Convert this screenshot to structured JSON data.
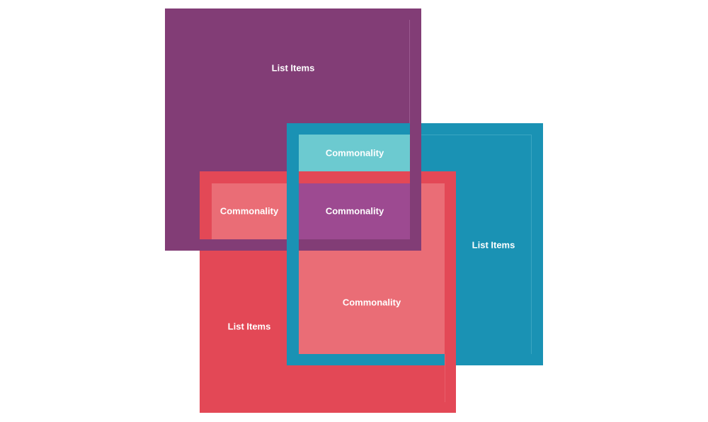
{
  "diagram": {
    "type": "overlapping-squares-venn",
    "colors": {
      "purple": "#823D76",
      "purple_overlap": "#9D4A91",
      "red": "#E34856",
      "red_light": "#EA6D76",
      "blue": "#1A92B4",
      "teal": "#6CCAD0",
      "background": "#FFFFFF"
    },
    "sets": [
      {
        "id": "purple",
        "label": "List Items"
      },
      {
        "id": "blue",
        "label": "List Items"
      },
      {
        "id": "red",
        "label": "List Items"
      }
    ],
    "intersections": [
      {
        "id": "purple-blue",
        "label": "Commonality"
      },
      {
        "id": "purple-red",
        "label": "Commonality"
      },
      {
        "id": "purple-blue-red",
        "label": "Commonality"
      },
      {
        "id": "blue-red",
        "label": "Commonality"
      }
    ]
  }
}
